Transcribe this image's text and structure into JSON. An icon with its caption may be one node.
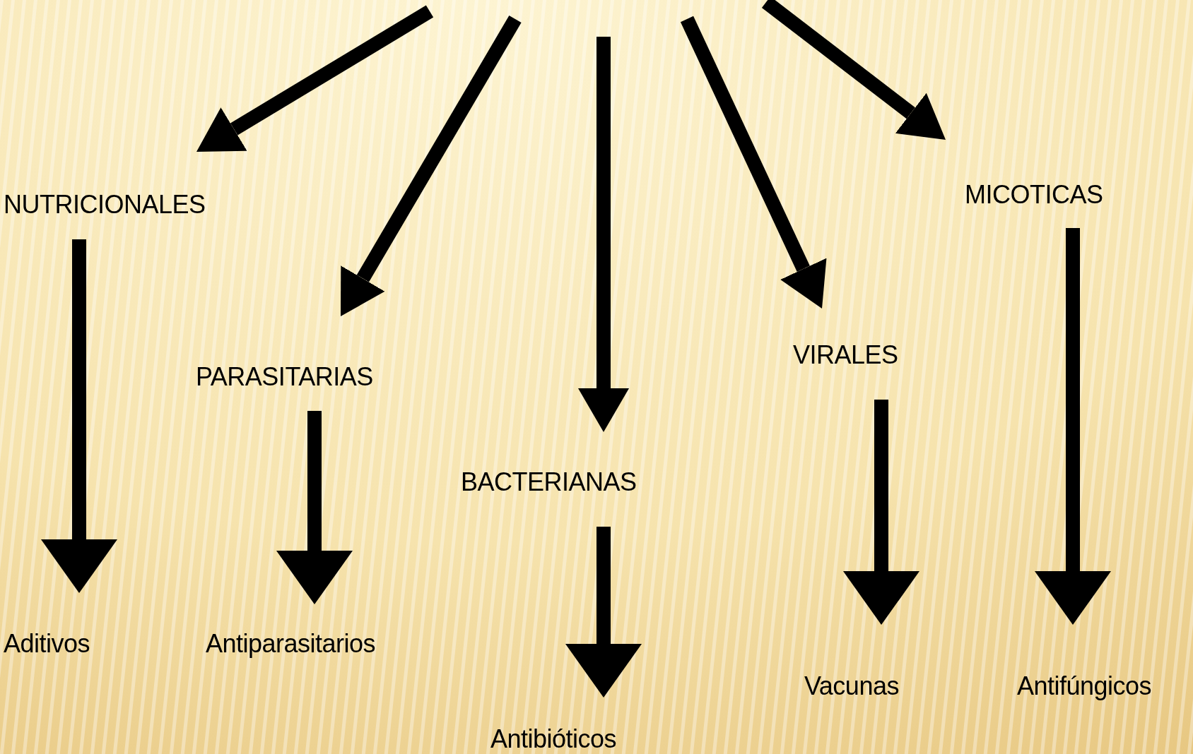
{
  "diagram": {
    "nodes": [
      {
        "text": [
          "NUTRICIONALES"
        ]
      },
      {
        "text": [
          "PARASITARIAS"
        ]
      },
      {
        "text": [
          "BACTERIANAS"
        ]
      },
      {
        "text": [
          "VIRALES"
        ]
      },
      {
        "text": [
          "MICOTICAS"
        ]
      },
      {
        "text": [
          "Aditivos"
        ]
      },
      {
        "text": [
          "Antiparasitarios"
        ]
      },
      {
        "text": [
          "Antibióticos"
        ]
      },
      {
        "text": [
          "Vacunas"
        ]
      },
      {
        "text": [
          "Antifúngicos"
        ]
      }
    ],
    "edges": [
      {
        "from": null,
        "to": 0,
        "arrow": "to"
      },
      {
        "from": null,
        "to": 1,
        "arrow": "to"
      },
      {
        "from": null,
        "to": 2,
        "arrow": "to"
      },
      {
        "from": null,
        "to": 3,
        "arrow": "to"
      },
      {
        "from": null,
        "to": 4,
        "arrow": "to"
      },
      {
        "from": 0,
        "to": 5,
        "arrow": "to"
      },
      {
        "from": 1,
        "to": 6,
        "arrow": "to"
      },
      {
        "from": 2,
        "to": 7,
        "arrow": "to"
      },
      {
        "from": 3,
        "to": 8,
        "arrow": "to"
      },
      {
        "from": 4,
        "to": 9,
        "arrow": "to"
      }
    ]
  }
}
